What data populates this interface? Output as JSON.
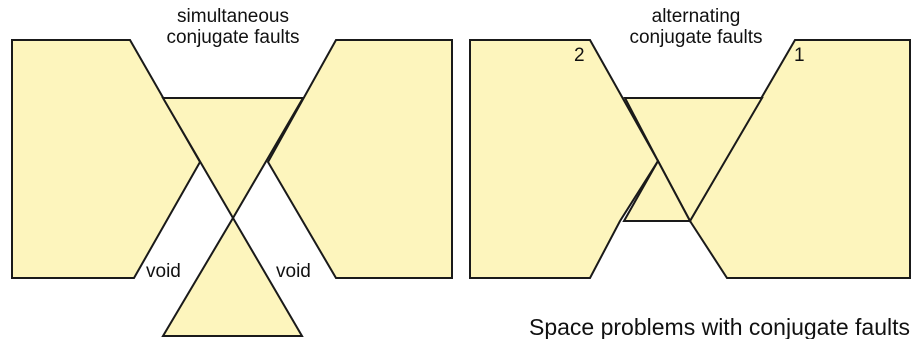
{
  "left_panel": {
    "title_line1": "simultaneous",
    "title_line2": "conjugate faults",
    "void_left": "void",
    "void_right": "void"
  },
  "right_panel": {
    "title_line1": "alternating",
    "title_line2": "conjugate faults",
    "fault_2_label": "2",
    "fault_1_label": "1"
  },
  "caption": "Space problems with conjugate faults",
  "colors": {
    "block_fill": "#fdf5bd",
    "outline": "#1a1a1a"
  }
}
